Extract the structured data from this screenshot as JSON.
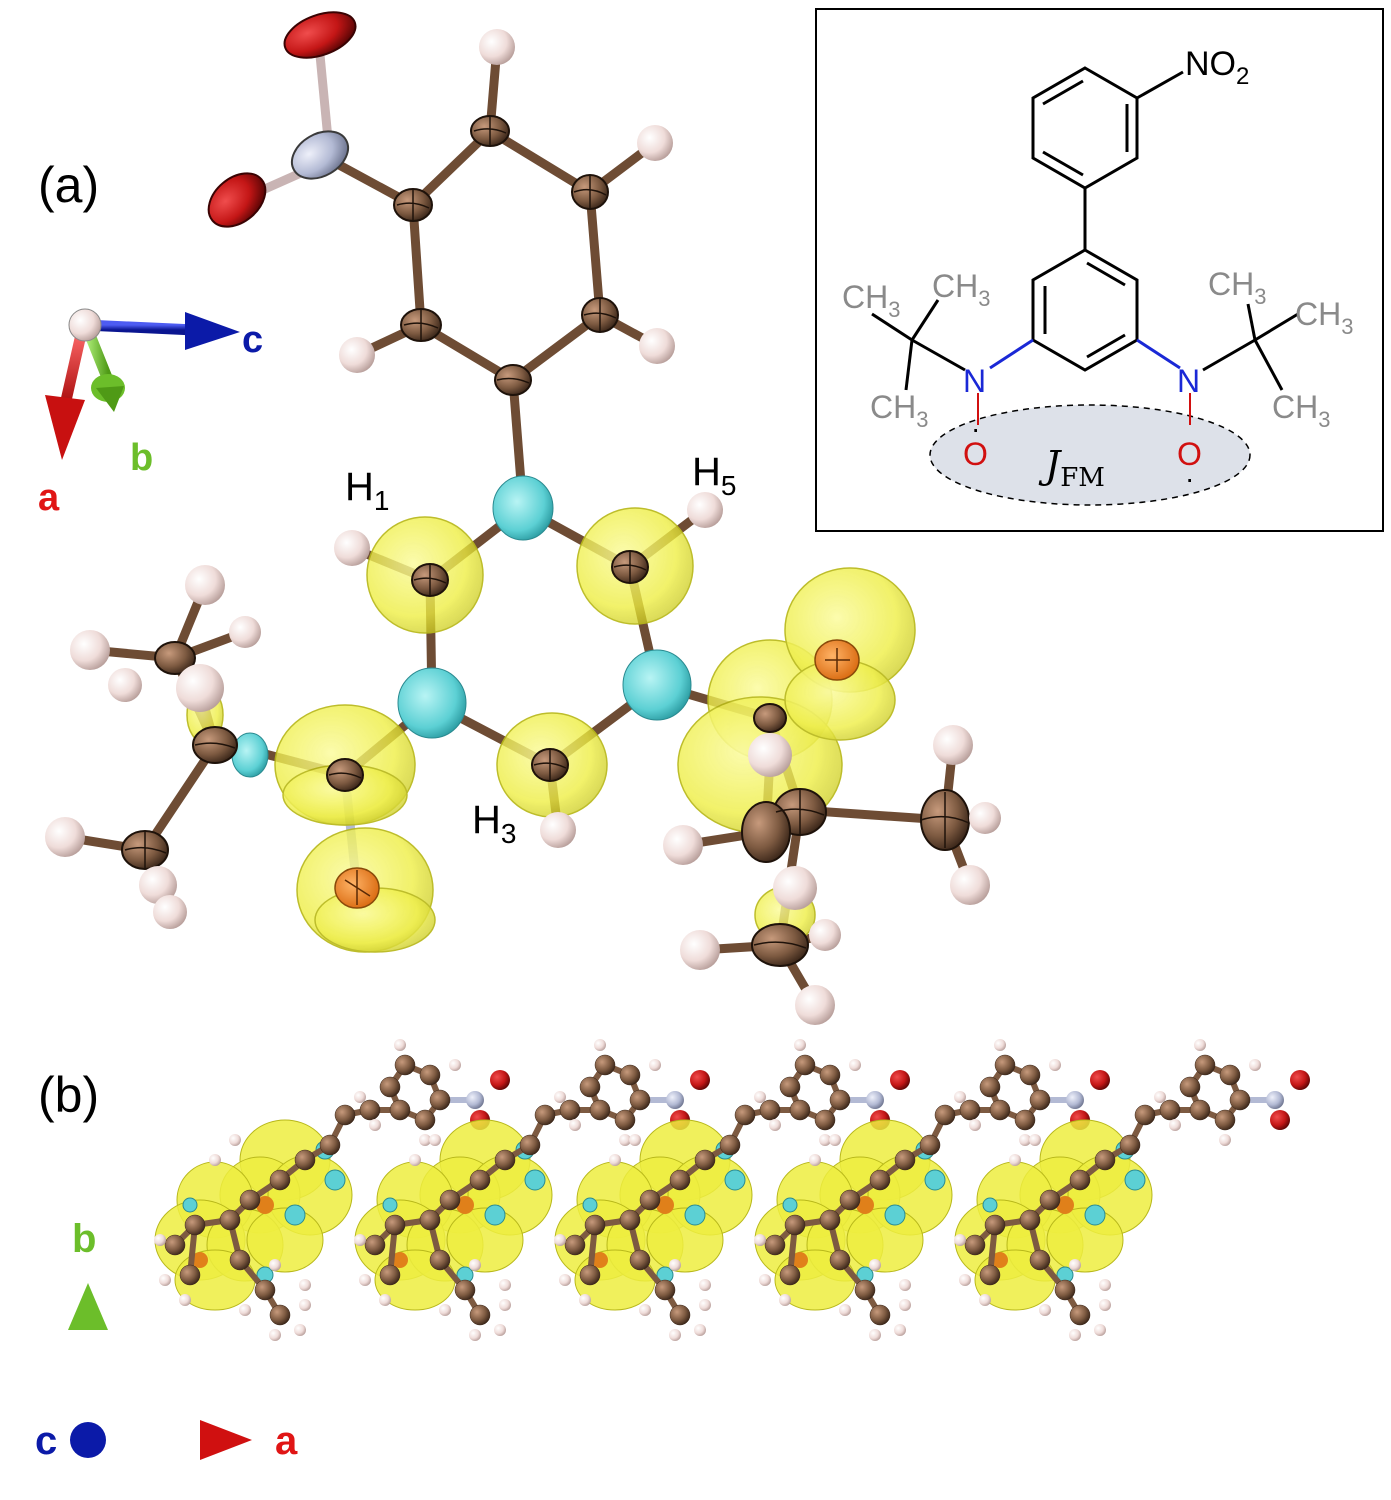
{
  "panels": {
    "a": {
      "label": "(a)"
    },
    "b": {
      "label": "(b)"
    }
  },
  "axes_a": {
    "a": "a",
    "b": "b",
    "c": "c"
  },
  "axes_b": {
    "a": "a",
    "b": "b",
    "c": "c"
  },
  "proton_labels": {
    "h1": {
      "base": "H",
      "sub": "1"
    },
    "h3": {
      "base": "H",
      "sub": "3"
    },
    "h5": {
      "base": "H",
      "sub": "5"
    }
  },
  "inset": {
    "no2": {
      "base": "NO",
      "sub": "2"
    },
    "ch3": {
      "base": "CH",
      "sub": "3"
    },
    "n": "N",
    "o": "O",
    "radical_dot": "·",
    "coupling": {
      "base": "J",
      "sub": "FM"
    }
  },
  "colors": {
    "carbon": "#7d5a41",
    "hydrogen": "#f1e0dd",
    "oxygen": "#c41616",
    "nitrogen_nitro": "#b3bad4",
    "spin_density_positive": "#f0f044",
    "spin_density_negative": "#5cd8d8",
    "axis_a": "#e01515",
    "axis_b": "#6cbe2a",
    "axis_c": "#0b1aa8",
    "inset_n": "#1a28d6",
    "inset_o": "#d11010",
    "inset_alkyl": "#8a8a8a",
    "inset_ellipse": "#dde1e9"
  }
}
